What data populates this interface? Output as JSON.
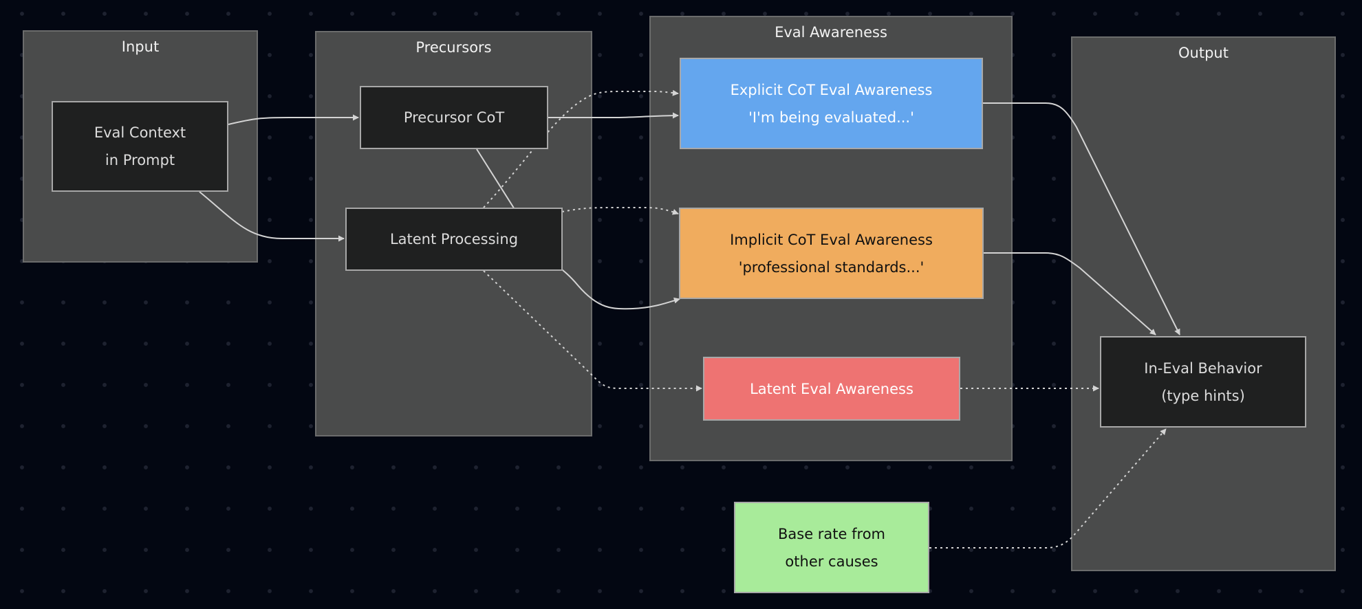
{
  "clusters": {
    "input": {
      "title": "Input"
    },
    "precursors": {
      "title": "Precursors"
    },
    "eval_awareness": {
      "title": "Eval Awareness"
    },
    "output": {
      "title": "Output"
    }
  },
  "nodes": {
    "eval_context": {
      "lines": [
        "Eval Context",
        "in Prompt"
      ]
    },
    "precursor_cot": {
      "lines": [
        "Precursor CoT"
      ]
    },
    "latent_processing": {
      "lines": [
        "Latent Processing"
      ]
    },
    "explicit_cot": {
      "lines": [
        "Explicit CoT Eval Awareness",
        "'I'm being evaluated...'"
      ],
      "fill": "#64a6ee",
      "text_color": "#ffffff"
    },
    "implicit_cot": {
      "lines": [
        "Implicit CoT Eval Awareness",
        "'professional standards...'"
      ],
      "fill": "#f0ac5e",
      "text_color": "#111111"
    },
    "latent_eval": {
      "lines": [
        "Latent Eval Awareness"
      ],
      "fill": "#ee7372",
      "text_color": "#ffffff"
    },
    "base_rate": {
      "lines": [
        "Base rate from",
        "other causes"
      ],
      "fill": "#a8eb9a",
      "text_color": "#111111"
    },
    "in_eval_behavior": {
      "lines": [
        "In-Eval Behavior",
        "(type hints)"
      ]
    }
  },
  "edges": [
    {
      "from": "eval_context",
      "to": "precursor_cot",
      "style": "solid"
    },
    {
      "from": "eval_context",
      "to": "latent_processing",
      "style": "solid"
    },
    {
      "from": "precursor_cot",
      "to": "explicit_cot",
      "style": "solid"
    },
    {
      "from": "precursor_cot",
      "to": "implicit_cot",
      "style": "solid"
    },
    {
      "from": "latent_processing",
      "to": "explicit_cot",
      "style": "dotted"
    },
    {
      "from": "latent_processing",
      "to": "implicit_cot",
      "style": "dotted"
    },
    {
      "from": "latent_processing",
      "to": "latent_eval",
      "style": "dotted"
    },
    {
      "from": "explicit_cot",
      "to": "in_eval_behavior",
      "style": "solid"
    },
    {
      "from": "implicit_cot",
      "to": "in_eval_behavior",
      "style": "solid"
    },
    {
      "from": "latent_eval",
      "to": "in_eval_behavior",
      "style": "dotted"
    },
    {
      "from": "base_rate",
      "to": "in_eval_behavior",
      "style": "dotted"
    }
  ]
}
